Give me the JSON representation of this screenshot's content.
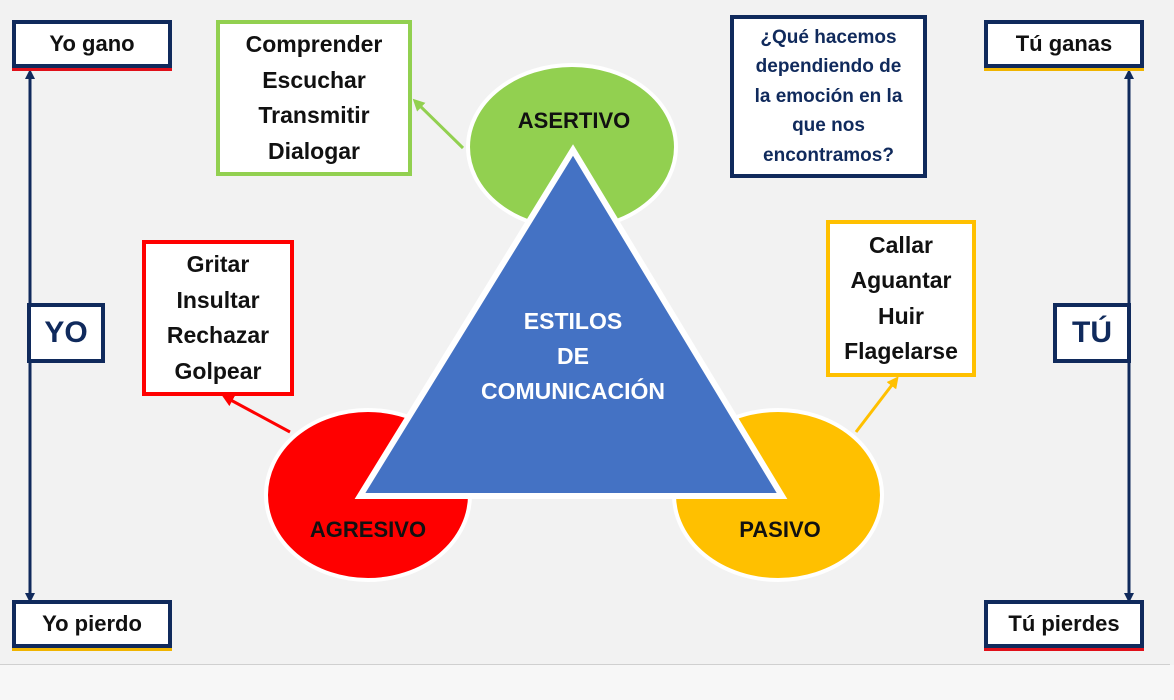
{
  "left_axis": {
    "top_label": "Yo gano",
    "side_label": "YO",
    "bottom_label": "Yo pierdo"
  },
  "right_axis": {
    "top_label": "Tú ganas",
    "side_label": "TÚ",
    "bottom_label": "Tú pierdes"
  },
  "center": {
    "line1": "ESTILOS",
    "line2": "DE",
    "line3": "COMUNICACIÓN"
  },
  "styles": {
    "asertivo": {
      "label": "ASERTIVO",
      "items": [
        "Comprender",
        "Escuchar",
        "Transmitir",
        "Dialogar"
      ],
      "color": "#92d050"
    },
    "agresivo": {
      "label": "AGRESIVO",
      "items": [
        "Gritar",
        "Insultar",
        "Rechazar",
        "Golpear"
      ],
      "color": "#ff0000"
    },
    "pasivo": {
      "label": "PASIVO",
      "items": [
        "Callar",
        "Aguantar",
        "Huir",
        "Flagelarse"
      ],
      "color": "#ffc000"
    }
  },
  "question": {
    "lines": [
      "¿Qué hacemos",
      "dependiendo de",
      "la emoción en la",
      "que nos",
      "encontramos?"
    ]
  },
  "colors": {
    "navy": "#102a5c",
    "triangle": "#4472c4"
  }
}
